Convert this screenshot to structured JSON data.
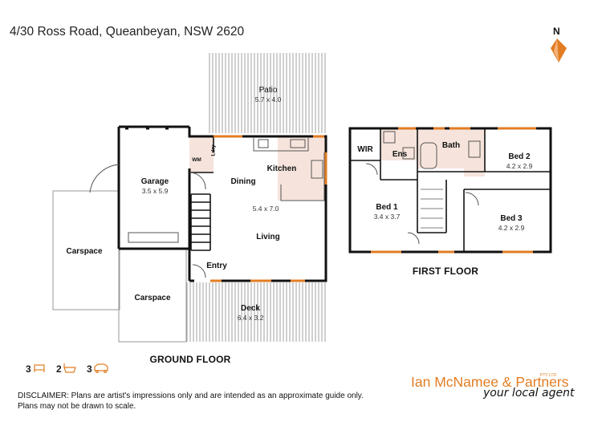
{
  "address": "4/30 Ross Road, Queanbeyan, NSW 2620",
  "compass": {
    "letter": "N",
    "icon": "north-arrow-icon",
    "color": "#e27d23"
  },
  "ground_floor": {
    "label": "GROUND FLOOR",
    "rooms": {
      "patio": {
        "name": "Patio",
        "dims": "5.7 x 4.0"
      },
      "garage": {
        "name": "Garage",
        "dims": "3.5 x 5.9"
      },
      "ldry": {
        "name": "Ldry"
      },
      "wm": {
        "name": "WM"
      },
      "dining": {
        "name": "Dining"
      },
      "kitchen": {
        "name": "Kitchen"
      },
      "living": {
        "name": "Living",
        "dims": "5.4 x 7.0"
      },
      "entry": {
        "name": "Entry"
      },
      "carspace_left": {
        "name": "Carspace"
      },
      "carspace_front": {
        "name": "Carspace"
      },
      "deck": {
        "name": "Deck",
        "dims": "6.4 x 3.2"
      }
    }
  },
  "first_floor": {
    "label": "FIRST FLOOR",
    "rooms": {
      "wir": {
        "name": "WIR"
      },
      "ens": {
        "name": "Ens"
      },
      "bath": {
        "name": "Bath"
      },
      "bed1": {
        "name": "Bed 1",
        "dims": "3.4 x 3.7"
      },
      "bed2": {
        "name": "Bed 2",
        "dims": "4.2 x 2.9"
      },
      "bed3": {
        "name": "Bed 3",
        "dims": "4.2 x 2.9"
      }
    }
  },
  "features": {
    "bedrooms": {
      "count": "3",
      "icon": "bed-icon"
    },
    "bathrooms": {
      "count": "2",
      "icon": "bath-icon"
    },
    "parking": {
      "count": "3",
      "icon": "car-icon"
    }
  },
  "agency": {
    "name": "Ian McNamee & Partners",
    "suffix": "PTY LTD",
    "tagline": "your local agent",
    "brand_color": "#e27d23"
  },
  "disclaimer": "DISCLAIMER: Plans are artist's impressions only and are intended as an approximate guide only. Plans may not be drawn to scale.",
  "colors": {
    "wall": "#111111",
    "window": "#e27d23",
    "tile_floor": "#f6e4dc",
    "deck_lines": "#8a8a8a"
  }
}
